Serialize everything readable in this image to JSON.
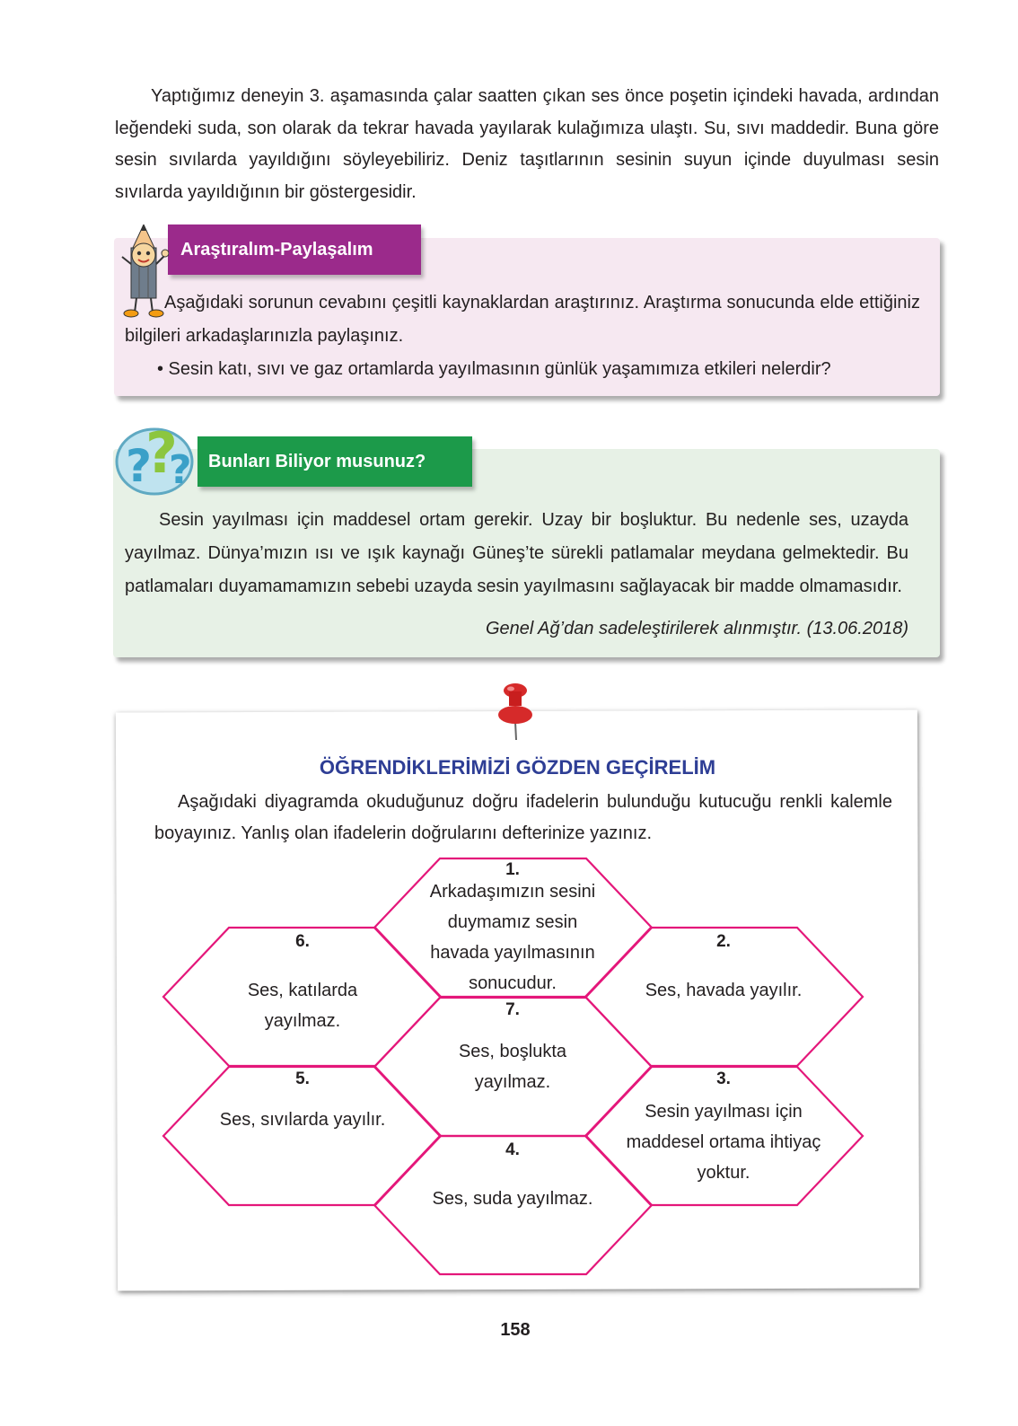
{
  "intro": {
    "text": "Yaptığımız deneyin 3. aşamasında çalar saatten çıkan ses önce poşetin içindeki havada, ardından leğendeki suda, son olarak da tekrar havada yayılarak kulağımıza ulaştı. Su, sıvı maddedir. Buna göre sesin sıvılarda yayıldığını söyleyebiliriz. Deniz taşıtlarının sesinin suyun içinde duyulması sesin sıvılarda yayıldığının bir göstergesidir."
  },
  "research": {
    "title": "Araştıralım-Paylaşalım",
    "text": "Aşağıdaki sorunun cevabını çeşitli kaynaklardan araştırınız. Araştırma sonucunda elde ettiğiniz bilgileri arkadaşlarınızla paylaşınız.",
    "bullet": "• Sesin katı, sıvı ve gaz ortamlarda yayılmasının günlük yaşamımıza etkileri nelerdir?",
    "colors": {
      "tab": "#9b2a8b",
      "background": "#f6e8f1"
    }
  },
  "didyouknow": {
    "title": "Bunları Biliyor musunuz?",
    "text": "Sesin yayılması için maddesel ortam gerekir. Uzay bir boşluktur. Bu nedenle ses, uzay­da yayılmaz. Dünya’mızın ısı ve ışık kaynağı Güneş’te sürekli patlamalar meydana gel­mektedir. Bu patlamaları duyamamamızın sebebi uzayda sesin yayılmasını sağlayacak bir madde olmamasıdır.",
    "source": "Genel Ağ’dan sadeleştirilerek alınmıştır. (13.06.2018)",
    "colors": {
      "tab": "#1c9a4a",
      "background": "#e7f1e6"
    }
  },
  "review": {
    "title": "ÖĞRENDİKLERİMİZİ GÖZDEN GEÇİRELİM",
    "instruction": "Aşağıdaki diyagramda okuduğunuz doğru ifadelerin bulunduğu kutucuğu renkli ka­lemle boyayınız. Yanlış olan ifadelerin doğrularını defterinize yazınız.",
    "hex_color": "#e4177a",
    "title_color": "#2e3e95",
    "items": [
      {
        "num": "1.",
        "text": "Arkadaşımızın sesini duymamız sesin havada yayılmasının sonucudur."
      },
      {
        "num": "2.",
        "text": "Ses, havada yayılır."
      },
      {
        "num": "3.",
        "text": "Sesin yayılması için maddesel ortama ihtiyaç yoktur."
      },
      {
        "num": "4.",
        "text": "Ses, suda yayılmaz."
      },
      {
        "num": "5.",
        "text": "Ses, sıvılarda yayılır."
      },
      {
        "num": "6.",
        "text": "Ses, katılarda yayılmaz."
      },
      {
        "num": "7.",
        "text": "Ses, boşlukta yayılmaz."
      }
    ]
  },
  "page_number": "158"
}
